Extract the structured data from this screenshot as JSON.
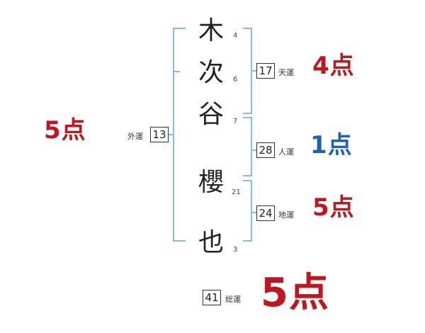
{
  "colors": {
    "red": "#c0171f",
    "blue": "#1c63b6",
    "bracket": "#88bcdc"
  },
  "name_chars": [
    {
      "char": "木",
      "strokes": "4"
    },
    {
      "char": "次",
      "strokes": "6"
    },
    {
      "char": "谷",
      "strokes": "7"
    },
    {
      "char": "櫻",
      "strokes": "21"
    },
    {
      "char": "也",
      "strokes": "3"
    }
  ],
  "fortunes": {
    "tenkaku": {
      "value": "17",
      "label": "天運",
      "score": "4点"
    },
    "jinkaku": {
      "value": "28",
      "label": "人運",
      "score": "1点"
    },
    "chikaku": {
      "value": "24",
      "label": "地運",
      "score": "5点"
    },
    "gaikaku": {
      "value": "13",
      "label": "外運",
      "score": "5点"
    },
    "soukaku": {
      "value": "41",
      "label": "総運",
      "score": "5点"
    }
  }
}
